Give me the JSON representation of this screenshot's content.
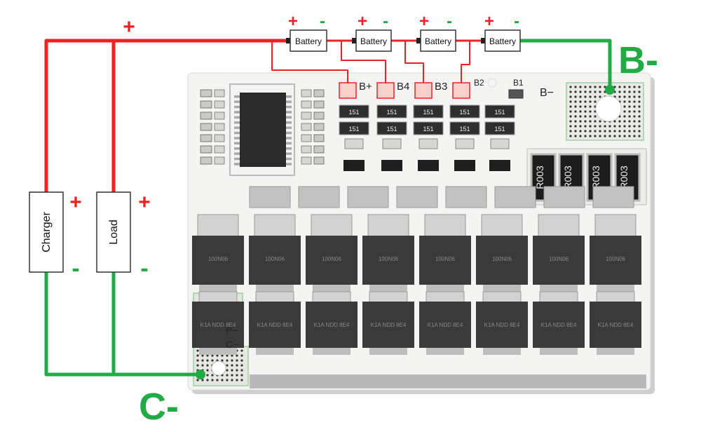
{
  "colors": {
    "positive": "#ee2222",
    "negative": "#22aa44",
    "board": "#f4f4f2",
    "mosfet": "#3a3a3a",
    "pad": "#f06a5a"
  },
  "signs": {
    "plus": "+",
    "minus": "-"
  },
  "batteries": [
    {
      "label": "Battery"
    },
    {
      "label": "Battery"
    },
    {
      "label": "Battery"
    },
    {
      "label": "Battery"
    }
  ],
  "devices": {
    "charger": {
      "label": "Charger"
    },
    "load": {
      "label": "Load"
    }
  },
  "terminals": {
    "b_minus_big": "B-",
    "c_minus_big": "C-"
  },
  "board": {
    "silkscreen": {
      "b_plus": "B+",
      "b4": "B4",
      "b3": "B3",
      "b2": "B2",
      "b1": "B1",
      "b_minus": "B−",
      "p_minus": "P−",
      "c_minus": "C−"
    },
    "small_resistor_code": "151",
    "shunt_code": "R003",
    "mosfet_top_code": "100N06",
    "mosfet_bottom_code": "K1A NDD 8E4"
  }
}
